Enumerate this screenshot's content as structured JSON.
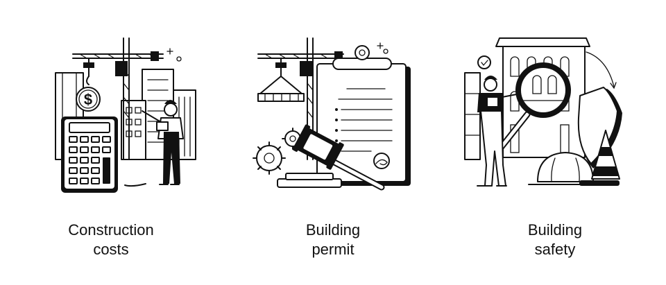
{
  "panels": [
    {
      "caption_line1": "Construction",
      "caption_line2": "costs",
      "currency_symbol": "$",
      "icon": "construction-costs-illustration"
    },
    {
      "caption_line1": "Building",
      "caption_line2": "permit",
      "icon": "building-permit-illustration"
    },
    {
      "caption_line1": "Building",
      "caption_line2": "safety",
      "icon": "building-safety-illustration"
    }
  ],
  "colors": {
    "ink": "#111111",
    "background": "#ffffff"
  }
}
